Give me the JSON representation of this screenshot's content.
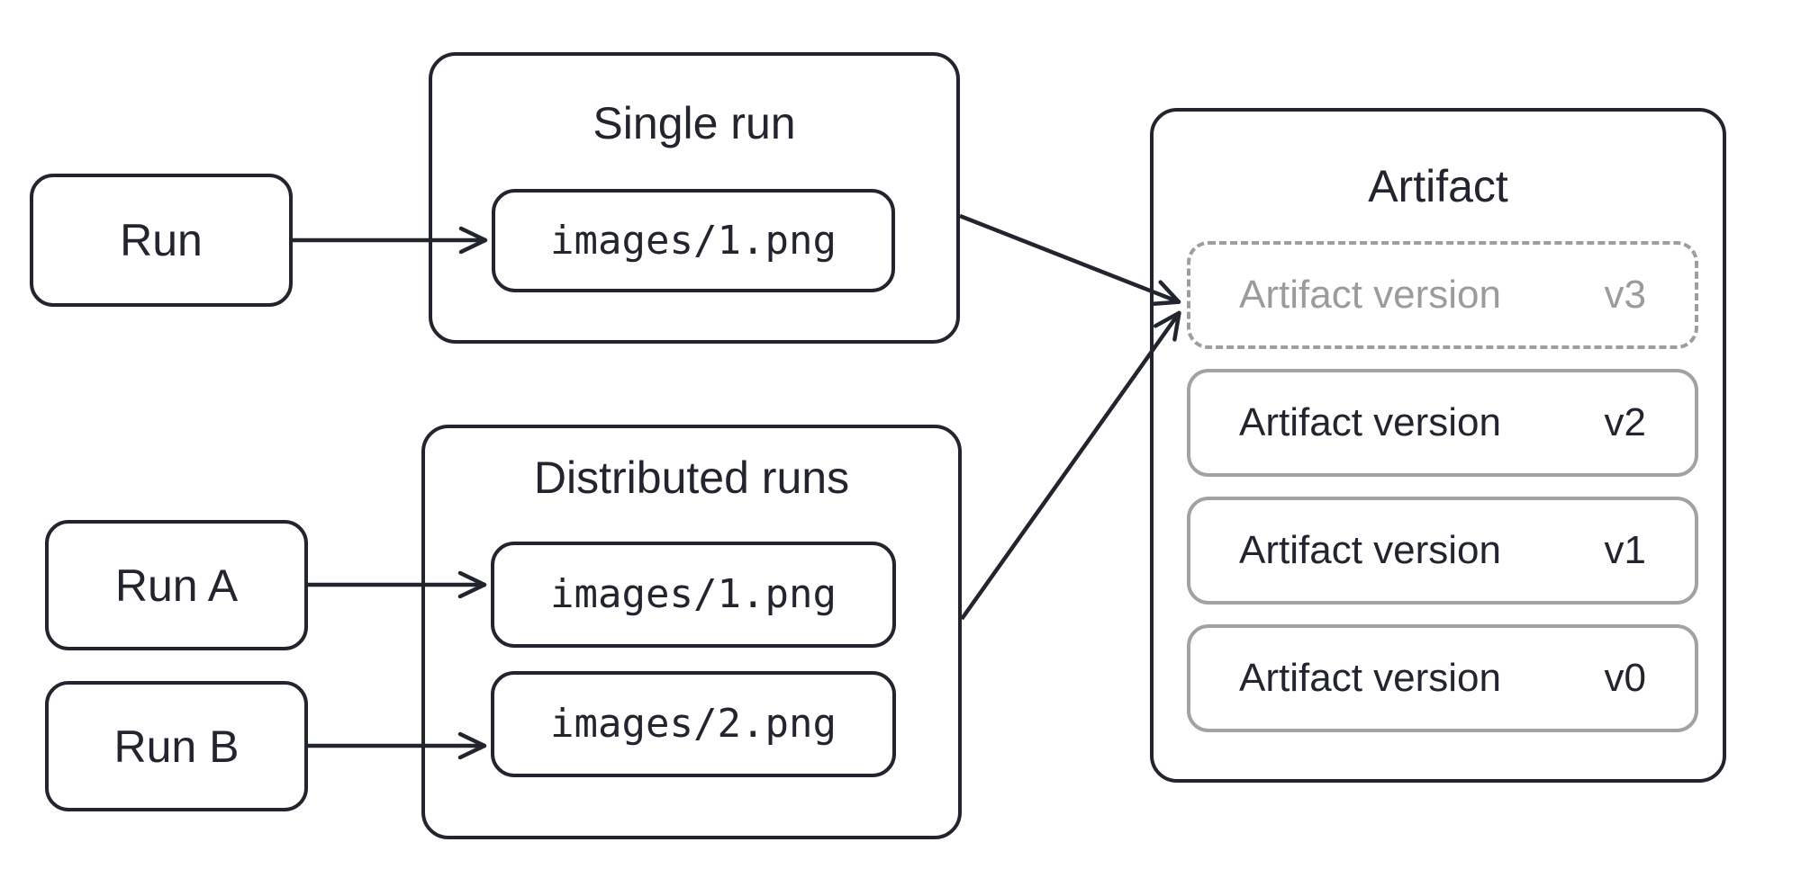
{
  "diagram": {
    "background": "#ffffff",
    "colors": {
      "stroke_dark": "#22252d",
      "text_dark": "#22252d",
      "version_box_border": "#a2a2a2",
      "pending_border": "#9e9e9e",
      "pending_text": "#9b9b9b"
    },
    "run": {
      "label": "Run"
    },
    "run_a": {
      "label": "Run A"
    },
    "run_b": {
      "label": "Run B"
    },
    "single_run": {
      "title": "Single run",
      "file": "images/1.png"
    },
    "distributed_runs": {
      "title": "Distributed runs",
      "file_a": "images/1.png",
      "file_b": "images/2.png"
    },
    "artifact": {
      "title": "Artifact",
      "versions": [
        {
          "label": "Artifact version",
          "version": "v3",
          "style": "dashed-pending"
        },
        {
          "label": "Artifact version",
          "version": "v2",
          "style": "solid"
        },
        {
          "label": "Artifact version",
          "version": "v1",
          "style": "solid"
        },
        {
          "label": "Artifact version",
          "version": "v0",
          "style": "solid"
        }
      ]
    },
    "edges": [
      {
        "from": "Run",
        "to": "Single run / images/1.png"
      },
      {
        "from": "Run A",
        "to": "Distributed runs / images/1.png"
      },
      {
        "from": "Run B",
        "to": "Distributed runs / images/2.png"
      },
      {
        "from": "Single run",
        "to": "Artifact version v3"
      },
      {
        "from": "Distributed runs",
        "to": "Artifact version v3"
      }
    ]
  }
}
